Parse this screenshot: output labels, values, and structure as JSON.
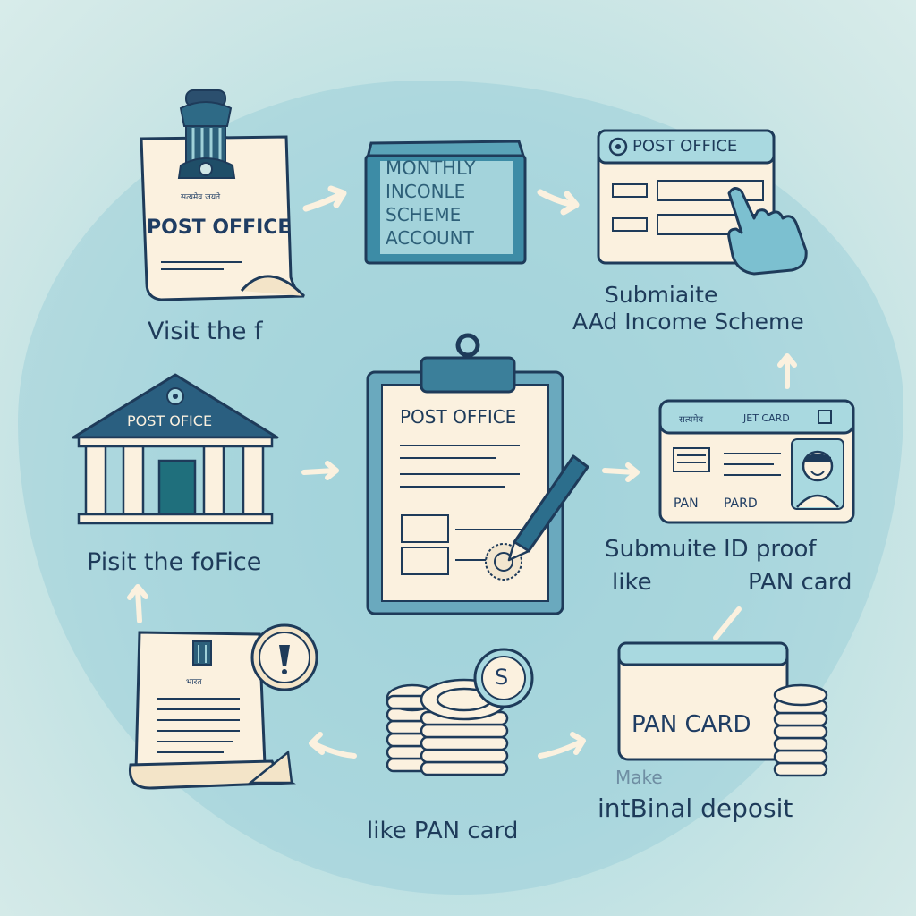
{
  "steps": {
    "top_left": {
      "card_small_text": "सत्यमेव जयते",
      "card_title": "POST OFFICE",
      "caption": "Visit the f"
    },
    "top_center": {
      "line1": "MONTHLY",
      "line2": "INCONLE",
      "line3": "SCHEME",
      "line4": "ACCOUNT"
    },
    "top_right": {
      "header": "POST OFFICE",
      "caption_line1": "Submiaite",
      "caption_line2": "AAd Income Scheme"
    },
    "mid_left": {
      "building_sign": "POST OFICE",
      "caption": "Pisit the foFice"
    },
    "mid_center": {
      "form_title": "POST OFFICE"
    },
    "mid_right": {
      "card_header_left": "सत्यमेव",
      "card_header_mid": "JET CARD",
      "card_label_left": "PAN",
      "card_label_right": "PARD",
      "caption_line1": "Submuite ID proof",
      "caption_line2_left": "like",
      "caption_line2_right": "PAN card"
    },
    "bottom_left": {
      "doc_small_text": "भारत"
    },
    "bottom_center": {
      "coin_symbol": "S",
      "caption": "like  PAN card"
    },
    "bottom_right": {
      "card_text": "PAN CARD",
      "caption_line1": "Make",
      "caption_line2": "intBinal deposit"
    }
  },
  "colors": {
    "accent_teal": "#2e7f97",
    "dark_navy": "#1e3b5a",
    "paper": "#fbf1df",
    "background": "#b8dfe2"
  }
}
